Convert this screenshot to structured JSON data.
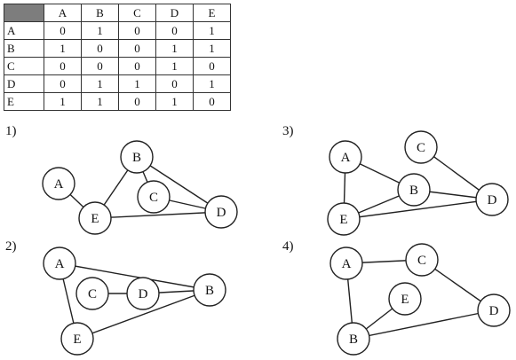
{
  "matrix": {
    "columns": [
      "A",
      "B",
      "C",
      "D",
      "E"
    ],
    "rows": [
      {
        "label": "A",
        "values": [
          "0",
          "1",
          "0",
          "0",
          "1"
        ]
      },
      {
        "label": "B",
        "values": [
          "1",
          "0",
          "0",
          "1",
          "1"
        ]
      },
      {
        "label": "C",
        "values": [
          "0",
          "0",
          "0",
          "1",
          "0"
        ]
      },
      {
        "label": "D",
        "values": [
          "0",
          "1",
          "1",
          "0",
          "1"
        ]
      },
      {
        "label": "E",
        "values": [
          "1",
          "1",
          "0",
          "1",
          "0"
        ]
      }
    ]
  },
  "graphs": [
    {
      "label": "1)",
      "edges": [
        [
          "A",
          "E"
        ],
        [
          "E",
          "B"
        ],
        [
          "B",
          "D"
        ],
        [
          "B",
          "C"
        ],
        [
          "C",
          "D"
        ],
        [
          "E",
          "D"
        ]
      ]
    },
    {
      "label": "2)",
      "edges": [
        [
          "A",
          "E"
        ],
        [
          "A",
          "B"
        ],
        [
          "C",
          "D"
        ],
        [
          "D",
          "B"
        ],
        [
          "E",
          "B"
        ]
      ]
    },
    {
      "label": "3)",
      "edges": [
        [
          "A",
          "E"
        ],
        [
          "A",
          "B"
        ],
        [
          "B",
          "E"
        ],
        [
          "B",
          "D"
        ],
        [
          "C",
          "D"
        ],
        [
          "E",
          "D"
        ]
      ]
    },
    {
      "label": "4)",
      "edges": [
        [
          "A",
          "C"
        ],
        [
          "A",
          "B"
        ],
        [
          "E",
          "B"
        ],
        [
          "C",
          "D"
        ],
        [
          "B",
          "D"
        ]
      ]
    }
  ]
}
